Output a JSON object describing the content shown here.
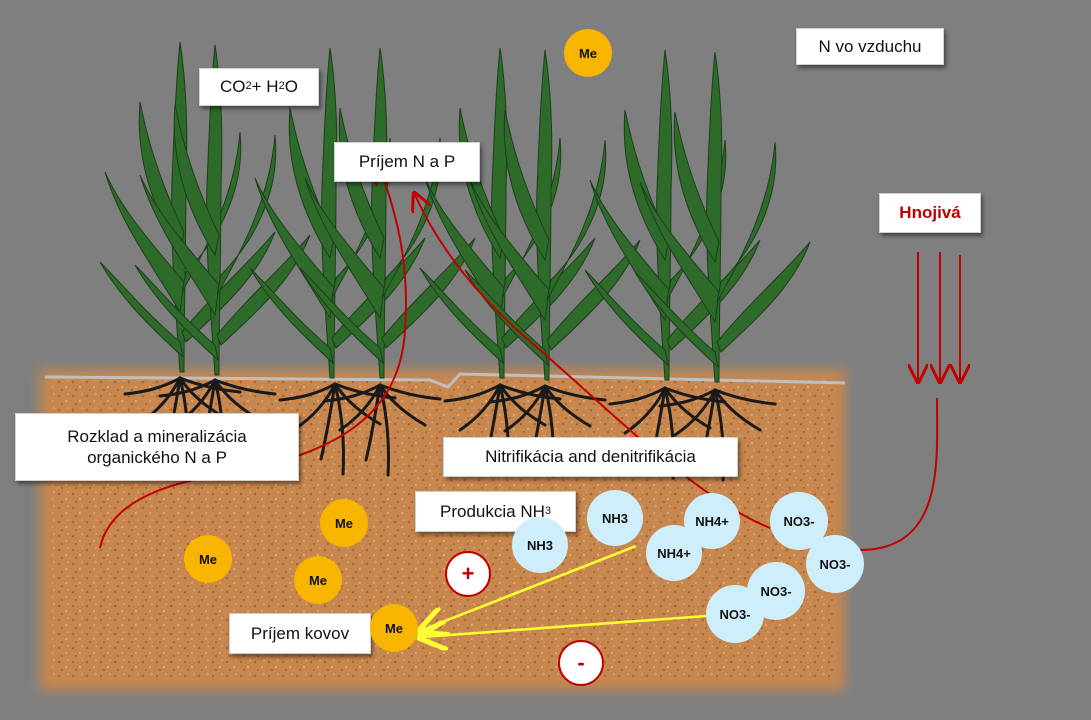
{
  "labels": {
    "co2_h2o_pre": "CO",
    "co2_sub": "2",
    "co2_mid": " + H",
    "h2o_sub": "2",
    "co2_post": "O",
    "n_air": "N vo vzduchu",
    "uptake_np": "Príjem N  a  P",
    "fertilizers": "Hnojivá",
    "decomposition_line1": "Rozklad a mineralizácia",
    "decomposition_line2": "organického N a P",
    "nitrification": "Nitrifikácia  and denitrifikácia",
    "nh3_prod_pre": "Produkcia NH",
    "nh3_prod_sub": "3",
    "metal_uptake": "Príjem kovov"
  },
  "me_label": "Me",
  "ions": {
    "nh3": "NH3",
    "nh4": "NH4+",
    "no3": "NO3-"
  },
  "signs": {
    "plus": "+",
    "minus": "-"
  },
  "colors": {
    "background": "#7f7f7f",
    "plant": "#2e6b2a",
    "soil": "#c8874e",
    "metal": "#f7b500",
    "ion": "#cdeefa",
    "red_arrow": "#c00000",
    "yellow_arrow": "#ffff33",
    "fertilizer_text": "#c00000"
  }
}
